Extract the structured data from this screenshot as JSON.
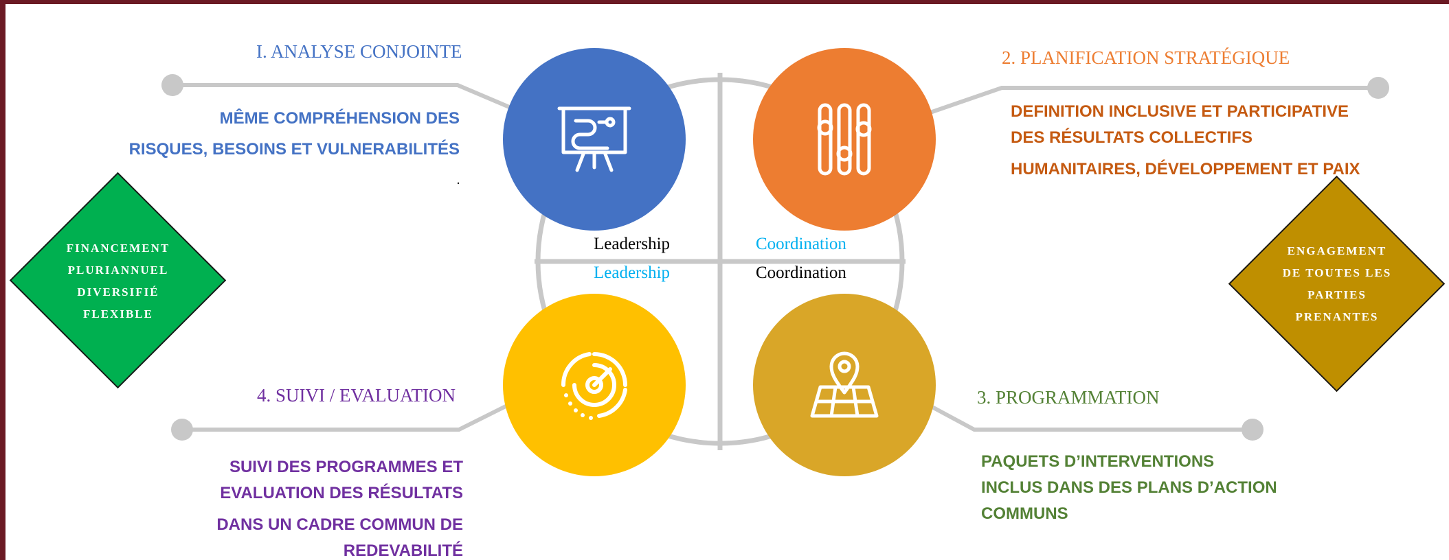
{
  "colors": {
    "blue": "#4472c4",
    "orange": "#ed7d31",
    "yellow": "#ffc000",
    "gold": "#d9a628",
    "green_diamond": "#00b050",
    "gold_diamond": "#bf8f00",
    "purple": "#7030a0",
    "dark_green": "#538135",
    "cyan": "#00b0f0",
    "connector_gray": "#c8c8c8"
  },
  "steps": {
    "analyse": {
      "title": "I. ANALYSE CONJOINTE",
      "lines": [
        "MÊME COMPRÉHENSION DES",
        "RISQUES, BESOINS ET VULNERABILITÉS"
      ],
      "dot": ".",
      "icon": "presentation-board-icon"
    },
    "planification": {
      "title": "2. PLANIFICATION STRATÉGIQUE",
      "lines": [
        "DEFINITION INCLUSIVE ET PARTICIPATIVE",
        "DES RÉSULTATS COLLECTIFS",
        "HUMANITAIRES, DÉVELOPPEMENT ET PAIX"
      ],
      "icon": "sliders-icon"
    },
    "programmation": {
      "title": "3. PROGRAMMATION",
      "lines": [
        "PAQUETS D’INTERVENTIONS",
        "INCLUS DANS DES PLANS D’ACTION",
        "COMMUNS"
      ],
      "icon": "map-pin-icon"
    },
    "suivi": {
      "title": "4. SUIVI / EVALUATION",
      "lines": [
        "SUIVI DES PROGRAMMES ET",
        "EVALUATION DES RÉSULTATS",
        "DANS UN CADRE COMMUN DE",
        "REDEVABILITÉ"
      ],
      "icon": "target-chart-icon"
    }
  },
  "quadrants": {
    "top_left": "Leadership",
    "top_right": "Coordination",
    "bottom_left": "Leadership",
    "bottom_right": "Coordination"
  },
  "diamonds": {
    "left": [
      "FINANCEMENT",
      "PLURIANNUEL",
      "DIVERSIFIÉ",
      "FLEXIBLE"
    ],
    "right": [
      "ENGAGEMENT",
      "DE TOUTES LES",
      "PARTIES",
      "PRENANTES"
    ]
  }
}
